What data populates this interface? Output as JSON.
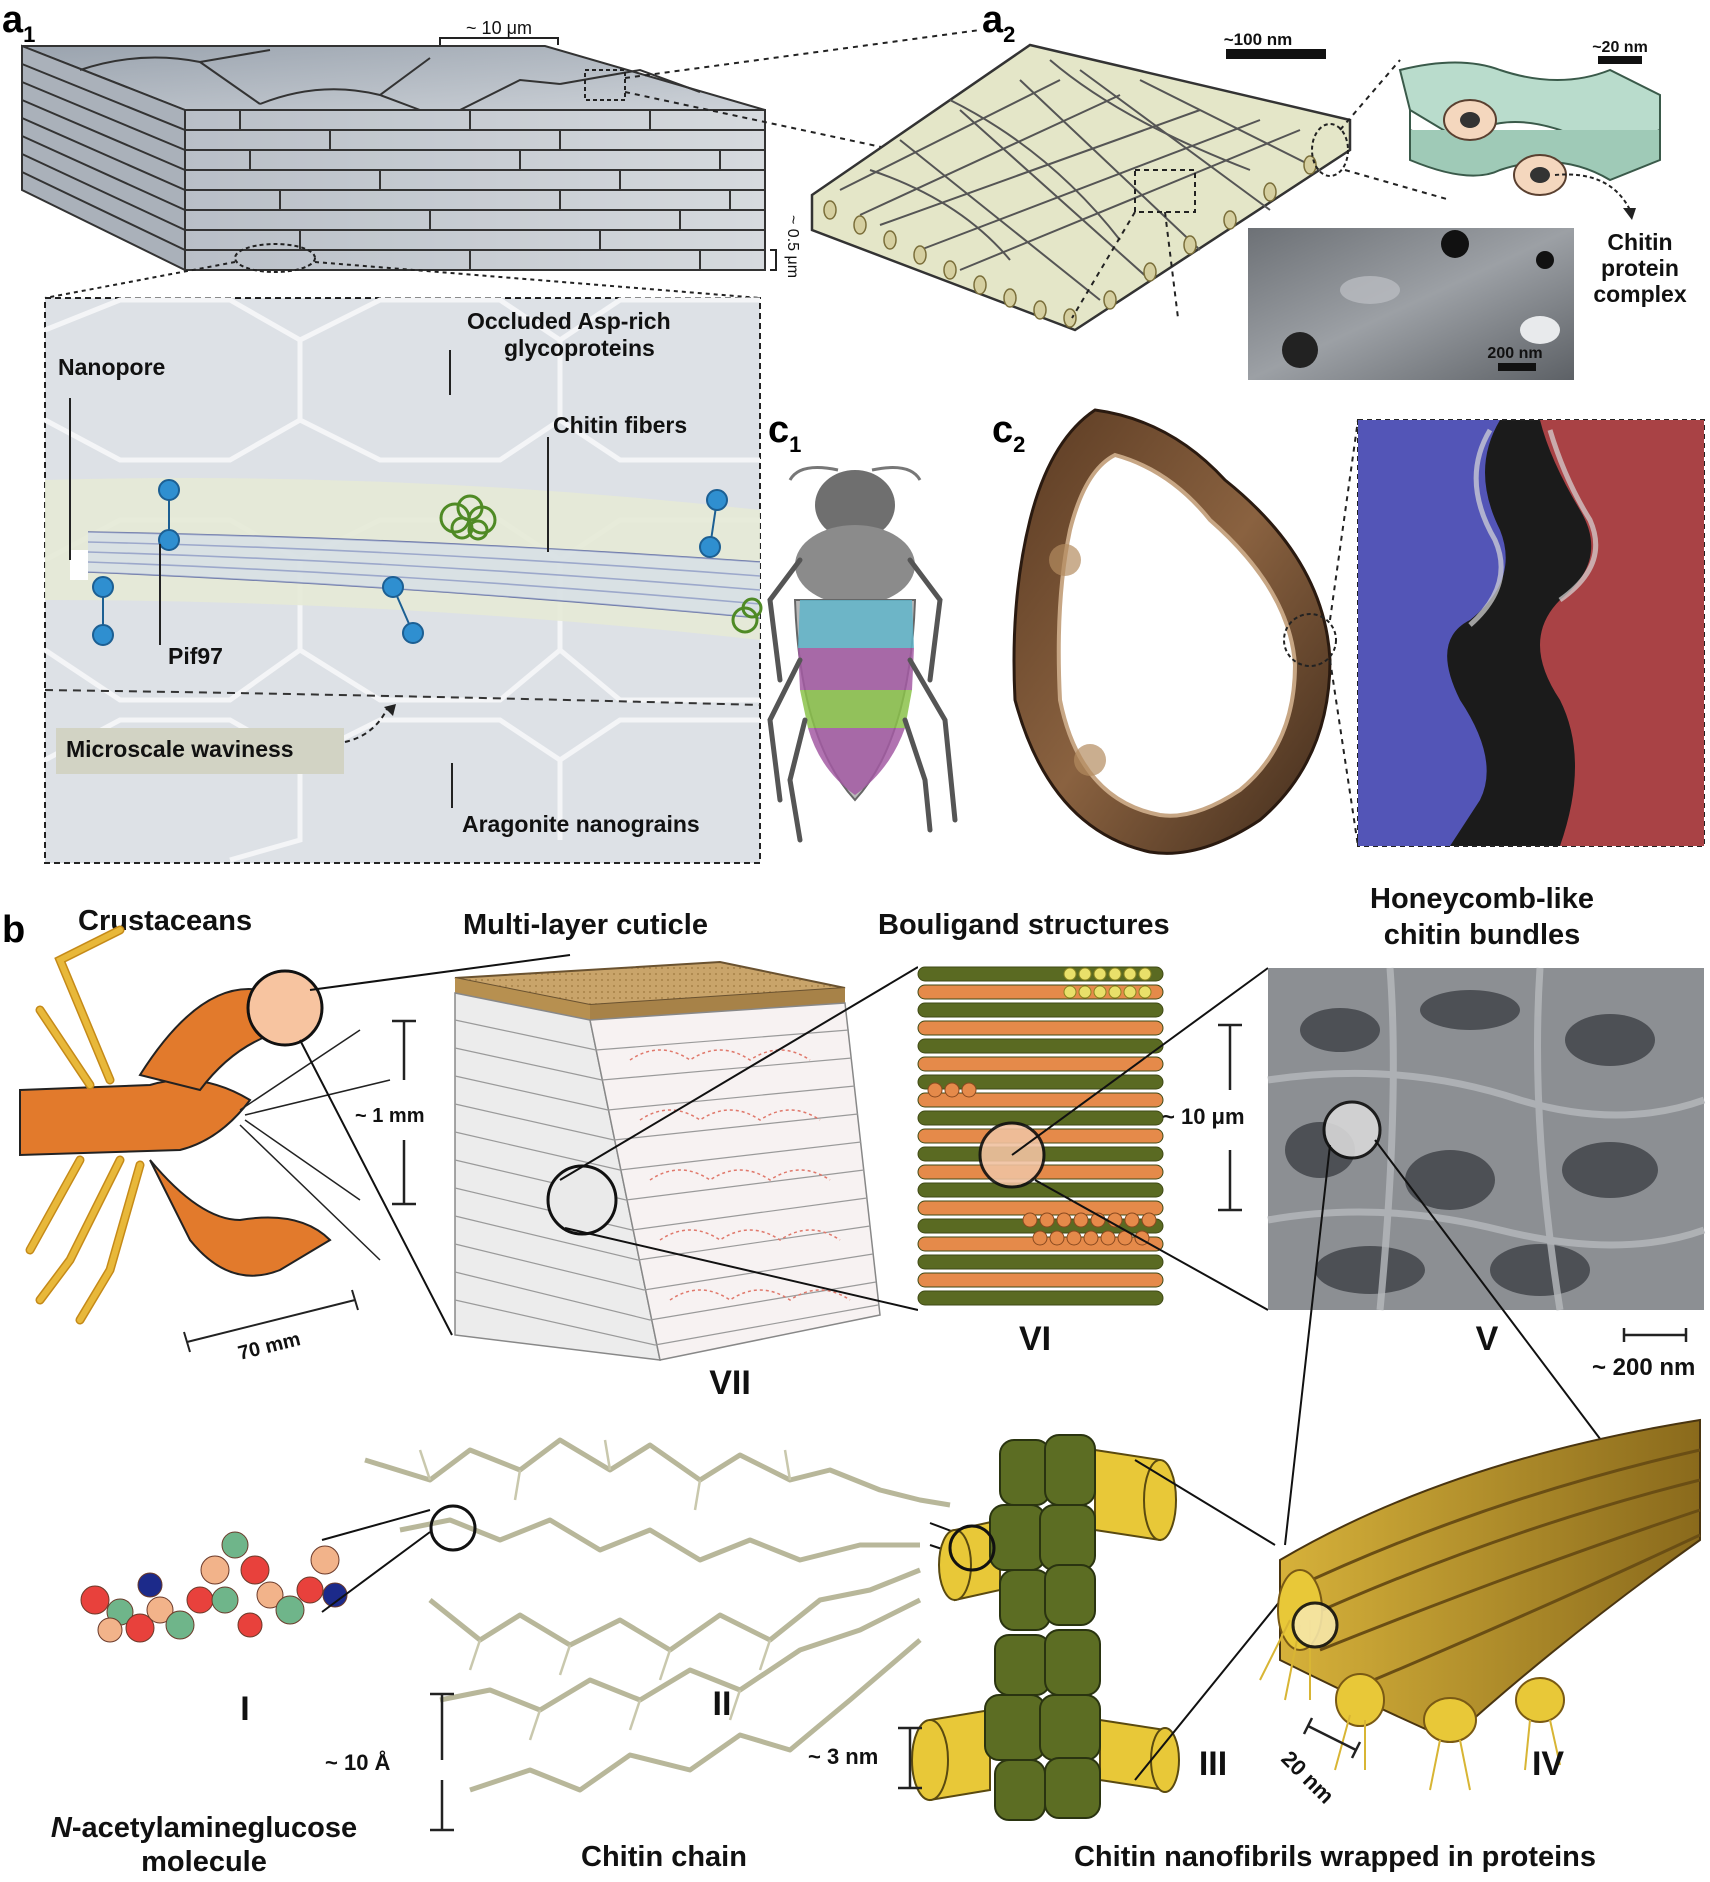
{
  "panels": {
    "a1": {
      "letter": "a",
      "sub": "1"
    },
    "a2": {
      "letter": "a",
      "sub": "2"
    },
    "b": {
      "letter": "b"
    },
    "c1": {
      "letter": "c",
      "sub": "1"
    },
    "c2": {
      "letter": "c",
      "sub": "2"
    }
  },
  "a1": {
    "scale_top": "~ 10 μm",
    "scale_side": "~ 0.5 μm",
    "nanopore": "Nanopore",
    "glyco_line1": "Occluded Asp-rich",
    "glyco_line2": "glycoproteins",
    "chitin_fibers": "Chitin fibers",
    "pif97": "Pif97",
    "waviness": "Microscale waviness",
    "aragonite": "Aragonite nanograins"
  },
  "a2": {
    "scale_100": "~100 nm",
    "scale_20": "~20 nm",
    "scale_200": "200 nm",
    "complex_line1": "Chitin",
    "complex_line2": "protein",
    "complex_line3": "complex"
  },
  "b": {
    "crustaceans": "Crustaceans",
    "scale_70mm": "70 mm",
    "cuticle": "Multi-layer cuticle",
    "scale_1mm": "~ 1 mm",
    "bouligand": "Bouligand structures",
    "scale_10um": "~ 10 μm",
    "honeycomb_line1": "Honeycomb-like",
    "honeycomb_line2": "chitin bundles",
    "scale_200nm": "~ 200 nm",
    "roman_VII": "VII",
    "roman_VI": "VI",
    "roman_V": "V",
    "roman_I": "I",
    "roman_II": "II",
    "roman_III": "III",
    "roman_IV": "IV",
    "scale_10A": "~ 10 Å",
    "scale_3nm": "~ 3 nm",
    "scale_20nm": "20 nm",
    "molecule_italic": "N",
    "molecule_rest": "-acetylamineglucose",
    "molecule_line2": "molecule",
    "chain": "Chitin chain",
    "nanofibrils": "Chitin nanofibrils wrapped in proteins"
  },
  "colors": {
    "slab": "#a9b0ba",
    "nacre_bg": "#d9dde3",
    "fiber": "#c9d6ec",
    "glycoprotein": "#2f8fd0",
    "coil": "#5a8f2a",
    "membrane": "#dfe3c0",
    "lobster": "#e27a2c",
    "lobster_leg": "#e8b83a",
    "cuticle_top": "#c9a46a",
    "bouligand_green": "#5a6a22",
    "bouligand_orange": "#e58a4a",
    "bouligand_yellow": "#e9e06a",
    "sem_grey": "#8c8f93",
    "fibril_green": "#5c6d23",
    "fibril_yellow": "#e8c838",
    "bundle_gold": "#b8922a",
    "beetle_blue": "#5fb4c9",
    "beetle_purple": "#a35ba3",
    "beetle_green": "#8bc24a",
    "suture_blue": "#5a5cc9",
    "suture_red": "#b9474a"
  }
}
